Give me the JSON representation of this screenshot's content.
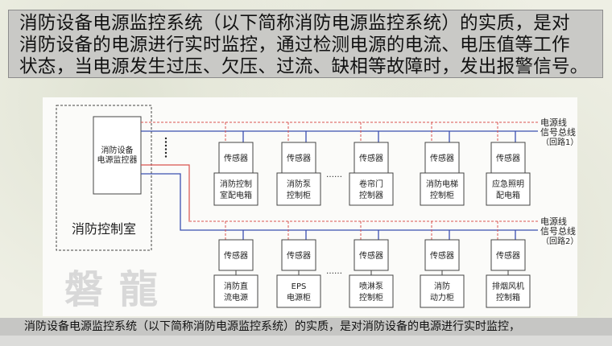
{
  "heading": {
    "lines": [
      "消防设备电源监控系统（以下简称消防电源监控系统）的实质，是对",
      "消防设备的电源进行实时监控，通过检测电源的电流、电压值等工作",
      "状态，当电源发生过压、欠压、过流、缺相等故障时，发出报警信号。"
    ]
  },
  "diagram": {
    "control_room_label": "消防控制室",
    "monitor_label": [
      "消防设备",
      "电源监控器"
    ],
    "watermark": "磐龍",
    "ellipsis_vertical": "⋮",
    "ellipsis_horizontal": "……",
    "legend": {
      "power_line": "电源线",
      "signal_bus": "信号总线",
      "loop1": "（回路1）",
      "loop2": "（回路2）"
    },
    "sensor_label": "传感器",
    "loop1_devices": [
      [
        "消防控制",
        "室配电箱"
      ],
      [
        "消防泵",
        "控制柜"
      ],
      [
        "卷帘门",
        "控制器"
      ],
      [
        "消防电梯",
        "控制柜"
      ],
      [
        "应急照明",
        "配电箱"
      ]
    ],
    "loop2_devices": [
      [
        "消防直",
        "流电源"
      ],
      [
        "EPS",
        "电源柜"
      ],
      [
        "喷淋泵",
        "控制柜"
      ],
      [
        "消防",
        "动力柜"
      ],
      [
        "排烟风机",
        "控制箱"
      ]
    ],
    "colors": {
      "power": "#d9534f",
      "signal": "#3a4fb0",
      "box": "#444444"
    }
  },
  "caption": "消防设备电源监控系统（以下简称消防电源监控系统）的实质，是对消防设备的电源进行实时监控，"
}
